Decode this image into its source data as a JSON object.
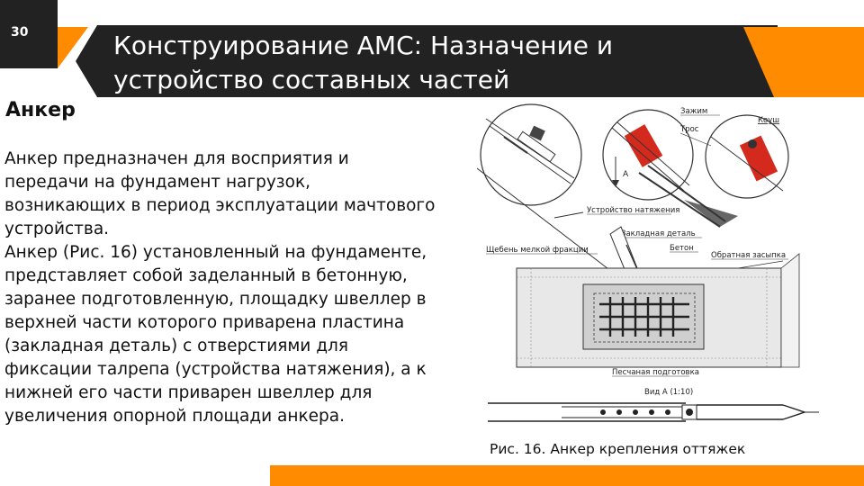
{
  "slide": {
    "number": "30",
    "title": "Конструирование АМС: Назначение и устройство составных частей",
    "section_heading": "Анкер",
    "paragraphs": [
      "Анкер предназначен для восприятия и передачи на фундамент нагрузок, возникающих в период эксплуатации мачтового устройства.",
      "Анкер (Рис. 16) установленный на фундаменте, представляет собой заделанный в бетонную, заранее подготовленную, площадку швеллер в верхней части которого приварена пластина (закладная деталь) с отверстиями для фиксации талрепа (устройства натяжения), а к нижней его части приварен швеллер для увеличения опорной площади анкера."
    ]
  },
  "figure": {
    "caption": "Рис. 16. Анкер крепления оттяжек",
    "labels": {
      "clamp": "Зажим",
      "cable": "Трос",
      "thimble": "Коуш",
      "tensioner": "Устройство натяжения",
      "embedded_part": "Закладная деталь",
      "gravel": "Щебень мелкой фракции",
      "concrete": "Бетон",
      "backfill": "Обратная засыпка",
      "sand_bed": "Песчаная подготовка",
      "view_a": "Вид А (1:10)",
      "arrow_a": "А"
    }
  },
  "colors": {
    "accent": "#ff8c00",
    "dark": "#222222",
    "red_part": "#d42a1e"
  }
}
